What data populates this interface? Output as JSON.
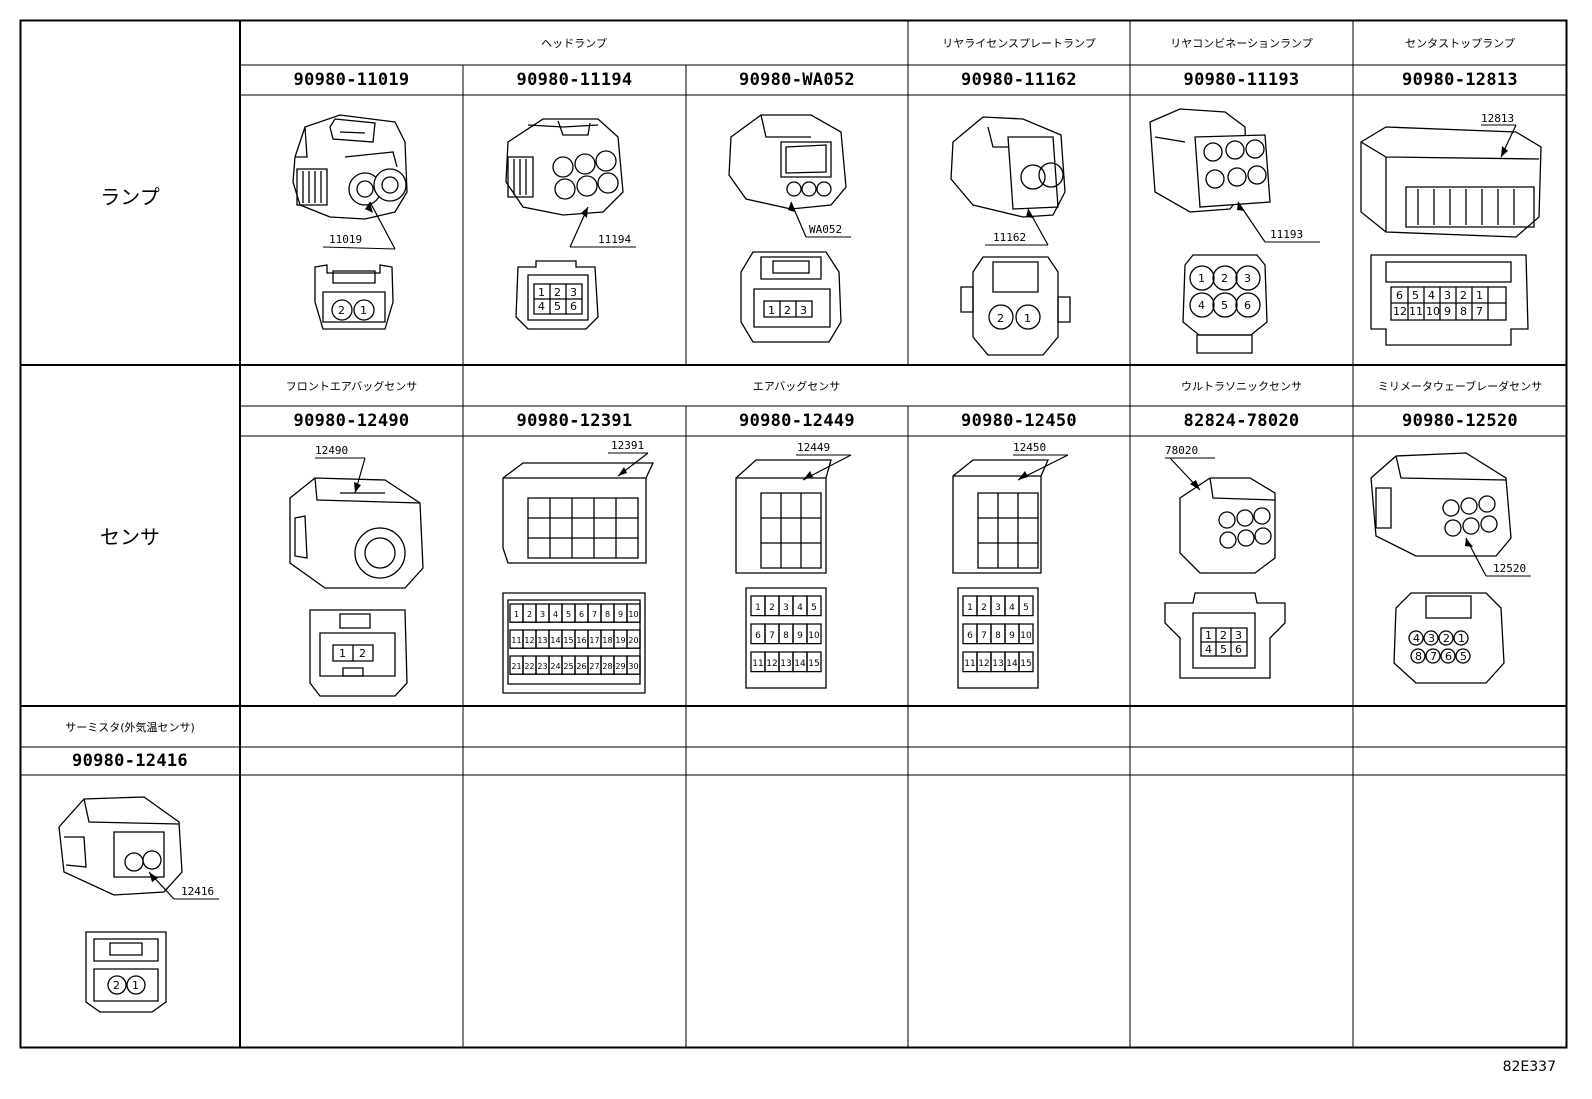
{
  "rows": {
    "lamp_label": "ランプ",
    "sensor_label": "センサ"
  },
  "lamp_categories": [
    "ヘッドランプ",
    "リヤライセンスプレートランプ",
    "リヤコンビネーションランプ",
    "センタストップランプ"
  ],
  "lamp_parts": [
    "90980-11019",
    "90980-11194",
    "90980-WA052",
    "90980-11162",
    "90980-11193",
    "90980-12813"
  ],
  "lamp_callouts": [
    "11019",
    "11194",
    "WA052",
    "11162",
    "11193",
    "12813"
  ],
  "sensor_categories": [
    "フロントエアバッグセンサ",
    "エアバッグセンサ",
    "ウルトラソニックセンサ",
    "ミリメータウェーブレーダセンサ"
  ],
  "sensor_parts": [
    "90980-12490",
    "90980-12391",
    "90980-12449",
    "90980-12450",
    "82824-78020",
    "90980-12520"
  ],
  "sensor_callouts": [
    "12490",
    "12391",
    "12449",
    "12450",
    "78020",
    "12520"
  ],
  "thermistor": {
    "category": "サーミスタ(外気温センサ)",
    "part": "90980-12416",
    "callout": "12416"
  },
  "pins": {
    "p11019": [
      "2",
      "1"
    ],
    "p11194": [
      "1",
      "2",
      "3",
      "4",
      "5",
      "6"
    ],
    "wa052": [
      "1",
      "2",
      "3"
    ],
    "p11162": [
      "2",
      "1"
    ],
    "p11193": [
      "1",
      "2",
      "3",
      "4",
      "5",
      "6"
    ],
    "p12813": [
      "6",
      "5",
      "4",
      "3",
      "2",
      "1",
      "12",
      "11",
      "10",
      "9",
      "8",
      "7"
    ],
    "p12490": [
      "1",
      "2"
    ],
    "p12391": [
      "1",
      "2",
      "3",
      "4",
      "5",
      "6",
      "7",
      "8",
      "9",
      "10",
      "11",
      "12",
      "13",
      "14",
      "15",
      "16",
      "17",
      "18",
      "19",
      "20",
      "21",
      "22",
      "23",
      "24",
      "25",
      "26",
      "27",
      "28",
      "29",
      "30"
    ],
    "p12449": [
      "1",
      "2",
      "3",
      "4",
      "5",
      "6",
      "7",
      "8",
      "9",
      "10",
      "11",
      "12",
      "13",
      "14",
      "15"
    ],
    "p12450": [
      "1",
      "2",
      "3",
      "4",
      "5",
      "6",
      "7",
      "8",
      "9",
      "10",
      "11",
      "12",
      "13",
      "14",
      "15"
    ],
    "p78020": [
      "1",
      "2",
      "3",
      "4",
      "5",
      "6"
    ],
    "p12520": [
      "4",
      "3",
      "2",
      "1",
      "8",
      "7",
      "6",
      "5"
    ],
    "p12416": [
      "2",
      "1"
    ]
  },
  "figure_id": "82E337"
}
